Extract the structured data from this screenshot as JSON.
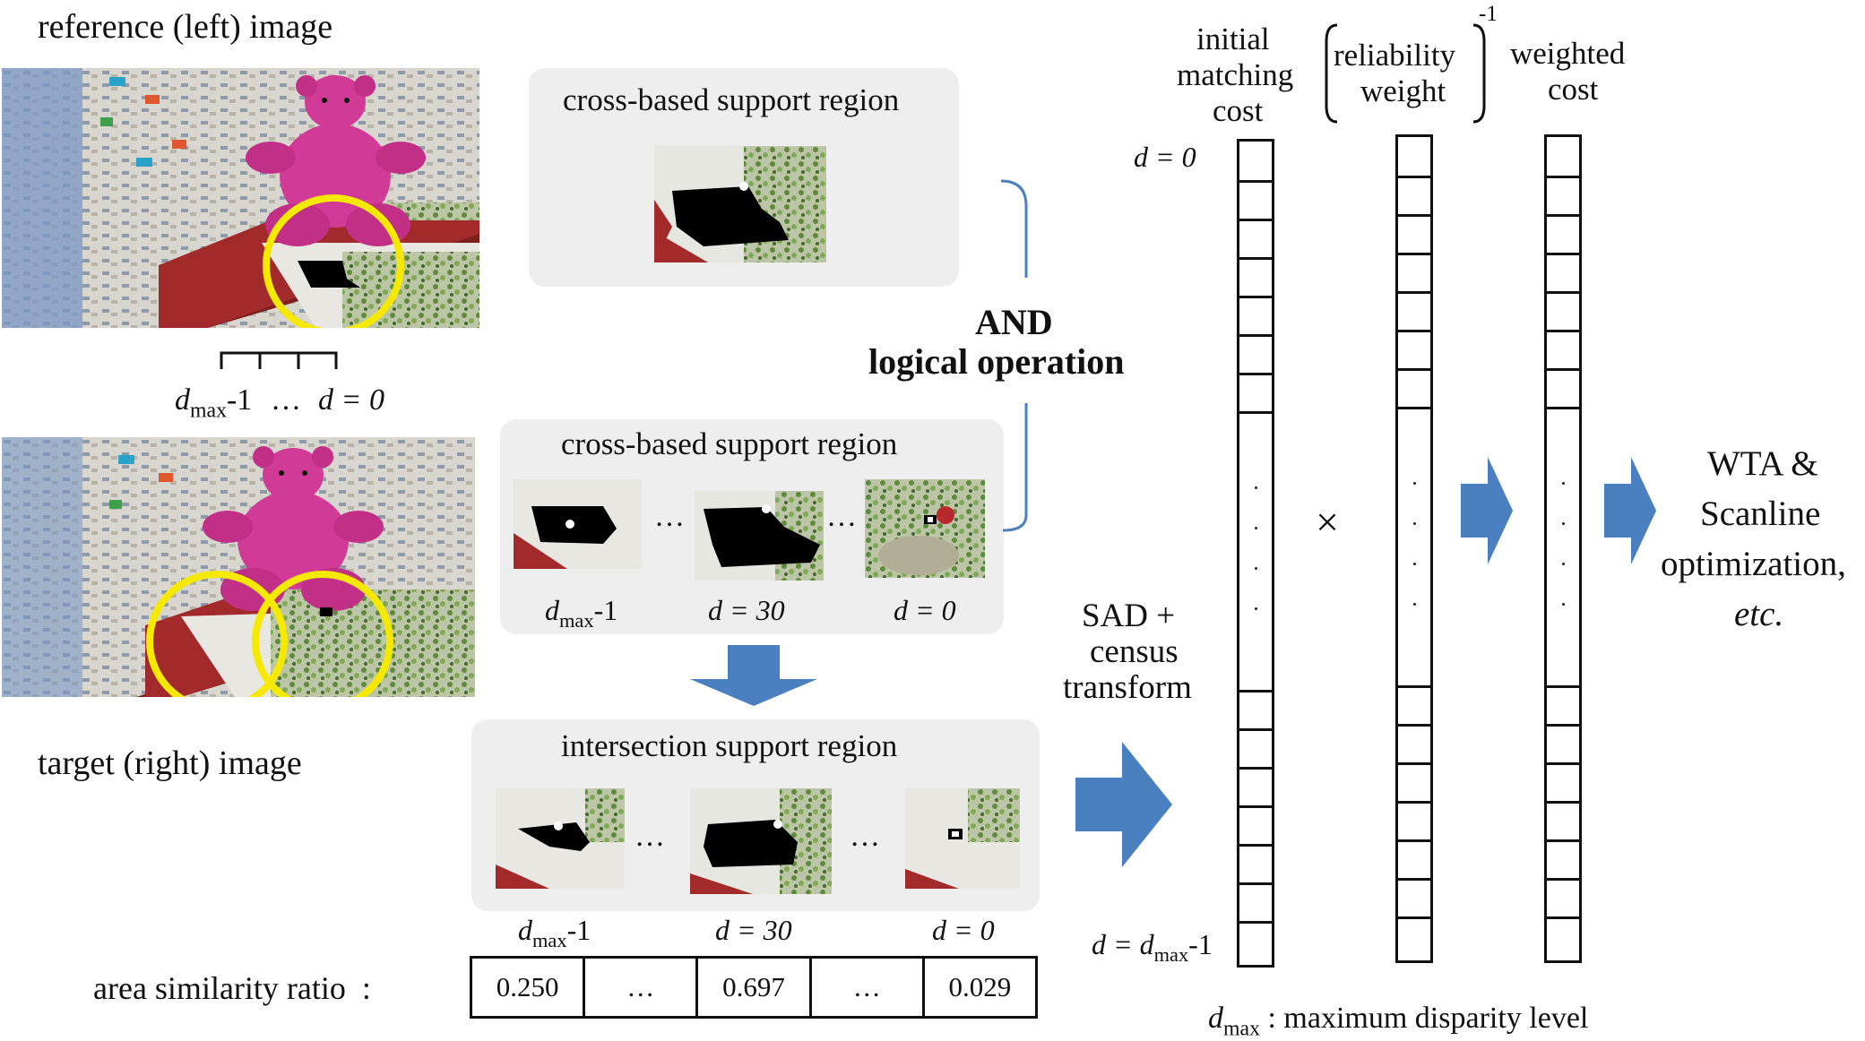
{
  "left_column": {
    "reference_title": "reference (left) image",
    "target_title": "target (right) image",
    "scale_label": {
      "dmax_prefix": "d",
      "dmax_sub": "max",
      "dmax_suffix": "-1",
      "ellipsis": "…",
      "d0": "d = 0"
    }
  },
  "panels": {
    "top": {
      "title": "cross-based support region"
    },
    "middle": {
      "title": "cross-based support region",
      "labels": [
        {
          "prefix": "d",
          "sub": "max",
          "suffix": "-1"
        },
        {
          "text": "d = 30"
        },
        {
          "text": "d = 0"
        }
      ],
      "ellipsis": "…"
    },
    "bottom": {
      "title": "intersection support region",
      "labels": [
        {
          "prefix": "d",
          "sub": "max",
          "suffix": "-1"
        },
        {
          "text": "d = 30"
        },
        {
          "text": "d = 0"
        }
      ],
      "ellipsis": "…"
    }
  },
  "and_operation": {
    "line1": "AND",
    "line2": "logical operation"
  },
  "area_similarity": {
    "label": "area similarity ratio  :",
    "cells": [
      "0.250",
      "…",
      "0.697",
      "…",
      "0.029"
    ]
  },
  "sad_census": {
    "line1": "SAD +",
    "line2": "census",
    "line3": "transform"
  },
  "cost_columns": {
    "initial": {
      "line1": "initial",
      "line2": "matching",
      "line3": "cost"
    },
    "reliability": {
      "line1": "reliability",
      "line2": "weight",
      "exponent": "-1"
    },
    "weighted": {
      "line1": "weighted",
      "line2": "cost"
    },
    "d_top": "d = 0",
    "d_bottom": {
      "prefix": "d = d",
      "sub": "max",
      "suffix": "-1"
    },
    "multiply": "×"
  },
  "output": {
    "line1": "WTA &",
    "line2": "Scanline",
    "line3": "optimization,",
    "line4": "etc."
  },
  "footnote": {
    "prefix": "d",
    "sub": "max",
    "suffix": " : maximum disparity level"
  },
  "colors": {
    "arrow": "#4a7fc0",
    "bracket": "#4a7fc0",
    "circle": "#f5e900",
    "panel": "#eeeeee",
    "bear": "#d23a97"
  }
}
